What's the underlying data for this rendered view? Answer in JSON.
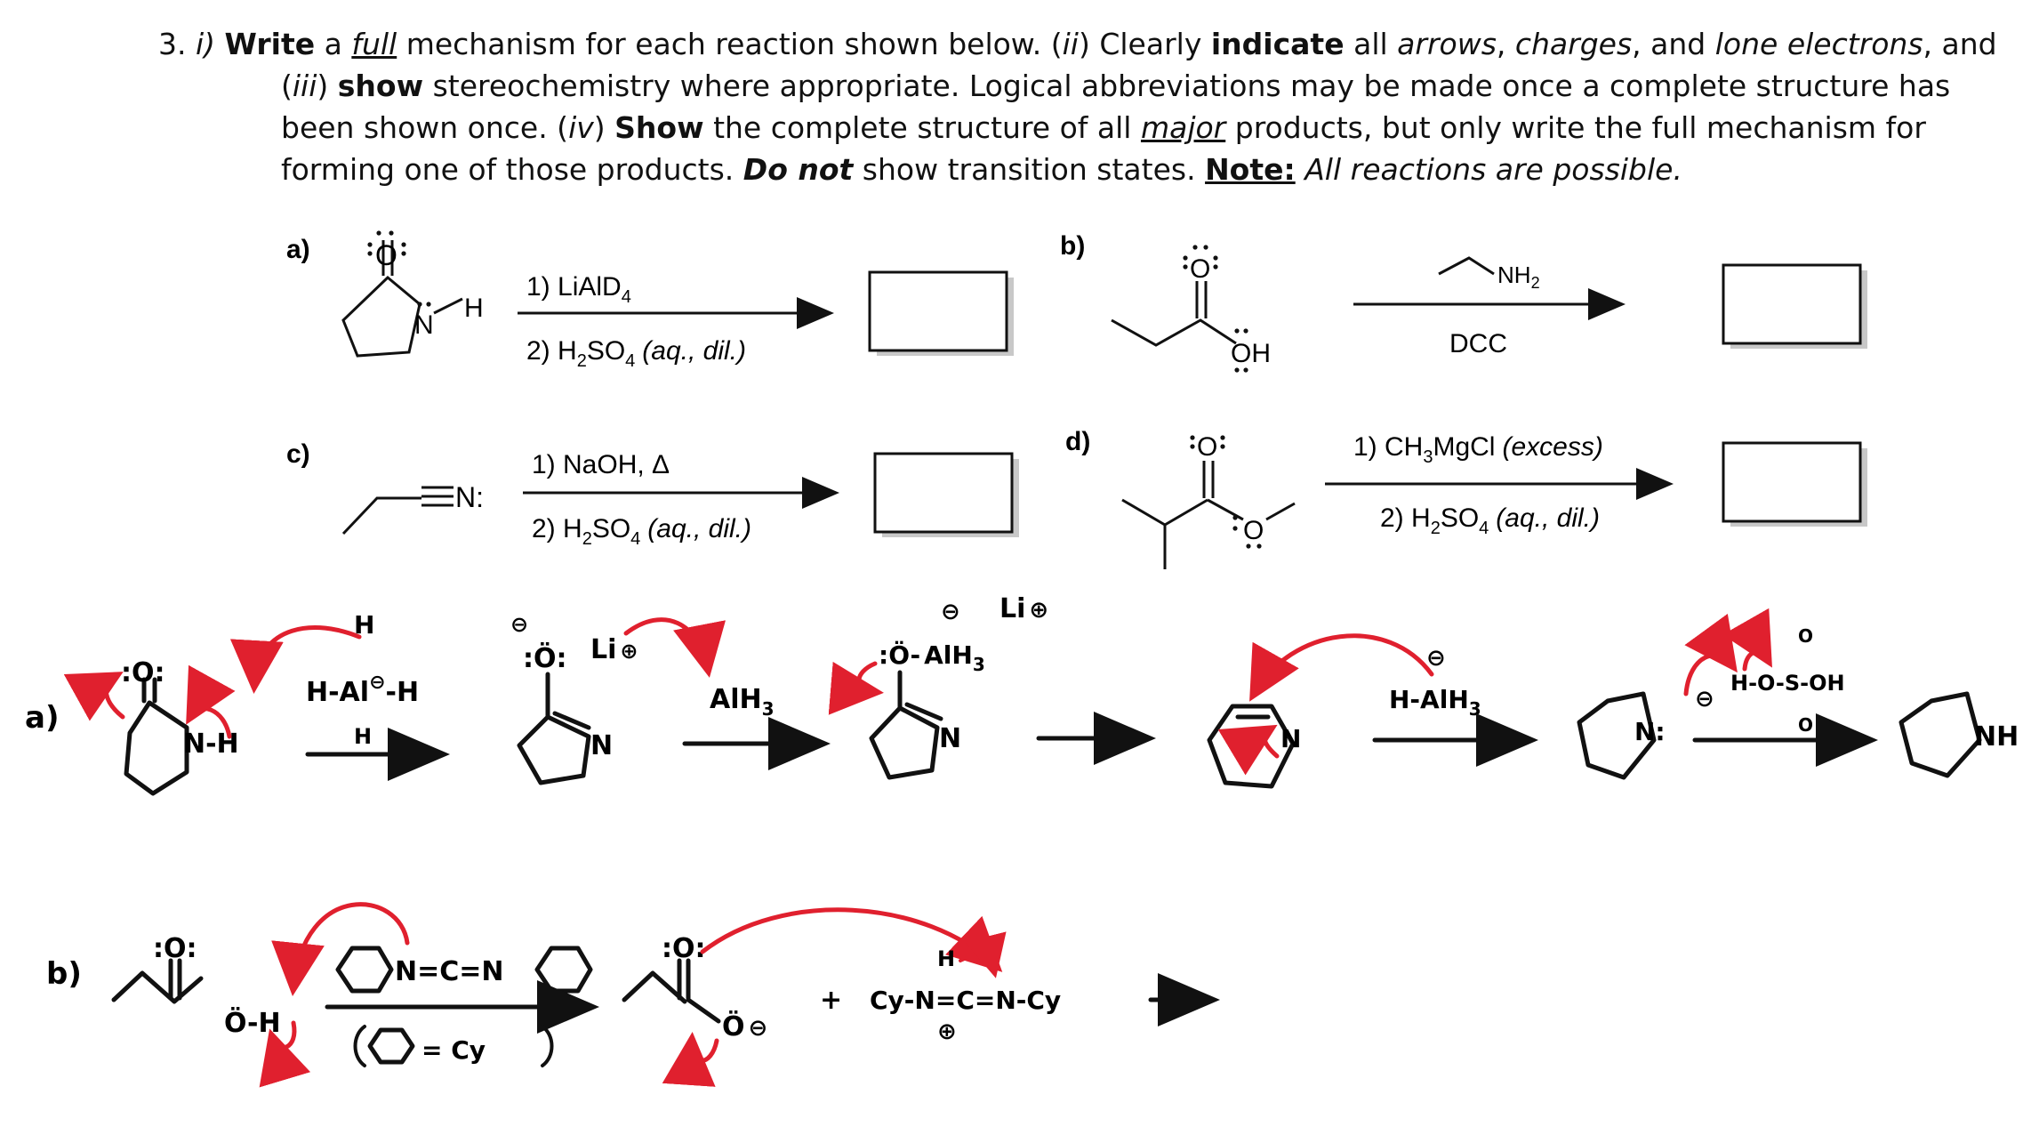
{
  "question": {
    "number": "3.",
    "i_label": "i)",
    "write": "Write",
    "a_word": "a",
    "full": "full",
    "mech_for_each": "mechanism for each reaction shown below. (",
    "ii": "ii",
    "clearly": ") Clearly",
    "indicate": "indicate",
    "all": "all",
    "arrows": "arrows",
    "charges": "charges",
    "and_word": "and",
    "lone_electrons": "lone electrons",
    "and_end": ", and",
    "iii": "iii",
    "show": "show",
    "stereo_text": "stereochemistry where appropriate. Logical abbreviations may be made once a complete structure has",
    "been_shown": "been shown once. (",
    "iv": "iv",
    "show2": "Show",
    "complete_structure": "the complete structure of all",
    "major": "major",
    "products_text": "products, but only write the full mechanism for",
    "forming_text": "forming one of those products.",
    "do_not": "Do not",
    "show_ts": "show transition states.",
    "note": "Note:",
    "note_text": "All reactions are possible."
  },
  "reactions": {
    "a": {
      "label": "a)",
      "reagent1": "1) LiAlD",
      "reagent1_sub": "4",
      "reagent2_pre": "2) H",
      "reagent2_sub": "2",
      "reagent2_mid": "SO",
      "reagent2_sub2": "4",
      "reagent2_cond": "(aq., dil.)",
      "atom_N": "N",
      "atom_H": "H",
      "atom_O": "O"
    },
    "b": {
      "label": "b)",
      "reagent_top": "NH",
      "reagent_top_sub": "2",
      "reagent_bottom": "DCC",
      "atom_O": "O",
      "atom_OH": "OH"
    },
    "c": {
      "label": "c)",
      "reagent1": "1) NaOH, Δ",
      "reagent2_pre": "2) H",
      "reagent2_sub": "2",
      "reagent2_mid": "SO",
      "reagent2_sub2": "4",
      "reagent2_cond": "(aq., dil.)",
      "atom_N": "N:"
    },
    "d": {
      "label": "d)",
      "reagent1_pre": "1) CH",
      "reagent1_sub": "3",
      "reagent1_mid": "MgCl",
      "reagent1_cond": "(excess)",
      "reagent2_pre": "2) H",
      "reagent2_sub": "2",
      "reagent2_mid": "SO",
      "reagent2_sub2": "4",
      "reagent2_cond": "(aq., dil.)",
      "atom_O": "O"
    }
  },
  "handwritten": {
    "a": {
      "label": "a)",
      "o1": ":O:",
      "nh": "N-H",
      "reagent_h_top": "H",
      "reagent_mid": "H-Al",
      "reagent_minus": "⊖",
      "reagent_h_right": "-H",
      "reagent_h_bottom": "H",
      "step2_o": ":Ö:",
      "li": "Li",
      "plus": "⊕",
      "minus": "⊖",
      "n1": "N",
      "alh3": "AlH",
      "alh3_sub": "3",
      "step3_o": ":Ö-",
      "step3_al": "AlH",
      "n2": "N",
      "n3": "N",
      "h_alh3": "H-AlH",
      "n4": "N:",
      "hoso": "H-O-S-OH",
      "s_o_top": "O",
      "s_o_bottom": "O",
      "nh_final": "NH"
    },
    "b": {
      "label": "b)",
      "o1": ":O:",
      "oh": "Ö-H",
      "dcc": "N=C=N",
      "cy_def": "= Cy",
      "o2": ":O:",
      "o_minus": "Ö",
      "plus_sign": "+",
      "cy_chain": "Cy-N=C=N-Cy",
      "h": "H",
      "minus": "⊖",
      "plus": "⊕"
    }
  },
  "colors": {
    "ink": "#111111",
    "arrow_red": "#e0202e",
    "box_shadow": "#c8c8c8"
  }
}
